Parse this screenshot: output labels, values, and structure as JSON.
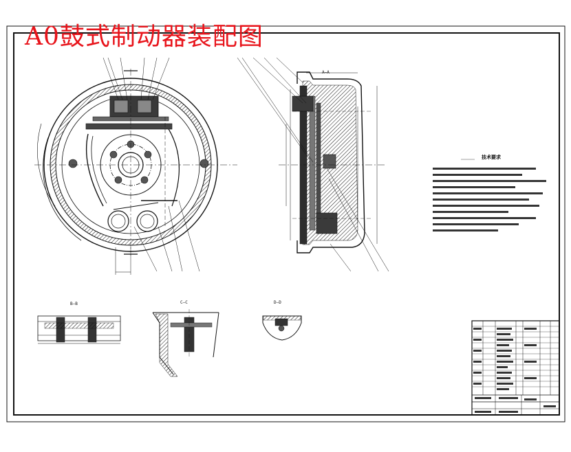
{
  "drawing": {
    "title": "A0鼓式制动器装配图",
    "title_color": "#e8141b",
    "line_color": "#111111",
    "background": "#ffffff"
  },
  "views": {
    "section_aa": "A—A",
    "section_bb": "B—B",
    "section_cc": "C—C",
    "section_dd": "D—D"
  },
  "tech_requirements": {
    "title": "技术要求"
  }
}
